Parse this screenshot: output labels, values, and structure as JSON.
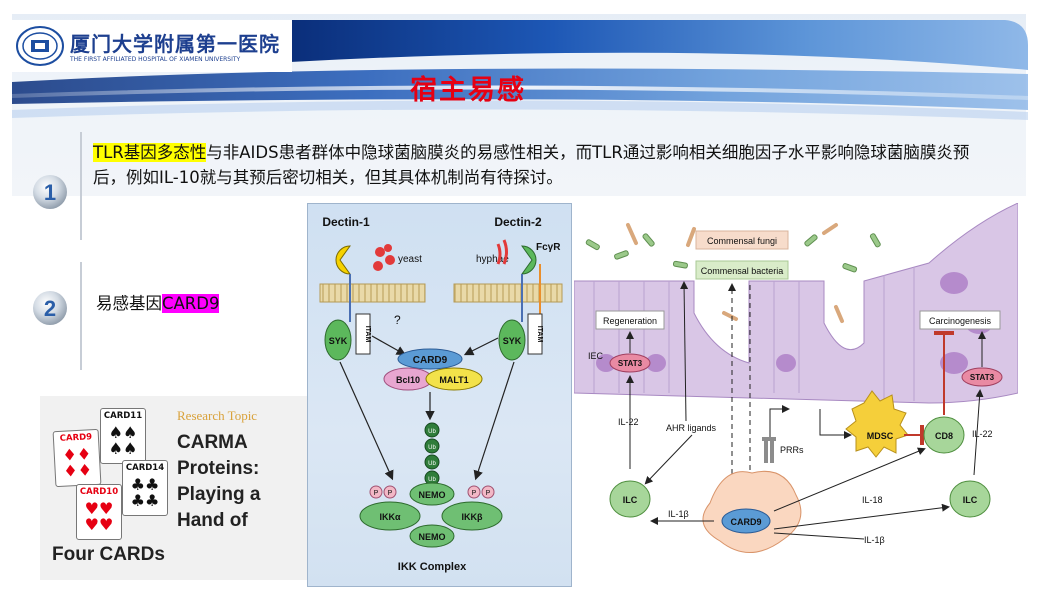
{
  "header": {
    "hospital_name_cn": "厦门大学附属第一医院",
    "hospital_name_en": "THE FIRST AFFILIATED HOSPITAL OF XIAMEN UNIVERSITY"
  },
  "title": "宿主易感",
  "points": [
    {
      "number": "1",
      "highlight": "TLR基因多态性",
      "text": "与非AIDS患者群体中隐球菌脑膜炎的易感性相关，而TLR通过影响相关细胞因子水平影响隐球菌脑膜炎预后，例如IL-10就与其预后密切相关，但其具体机制尚有待探讨。"
    },
    {
      "number": "2",
      "text": "易感基因",
      "highlight": "CARD9"
    }
  ],
  "carma": {
    "topic_label": "Research Topic",
    "title_lines": [
      "CARMA",
      "Proteins:",
      "Playing a",
      "Hand of"
    ],
    "subtitle": "Four CARDs",
    "cards": [
      {
        "label": "CARD9",
        "suit": "♦",
        "color": "#e60012"
      },
      {
        "label": "CARD11",
        "suit": "♠",
        "color": "#111111"
      },
      {
        "label": "CARD14",
        "suit": "♣",
        "color": "#111111"
      },
      {
        "label": "CARD10",
        "suit": "♥",
        "color": "#e60012"
      }
    ]
  },
  "left_figure": {
    "dectin1": "Dectin-1",
    "dectin2": "Dectin-2",
    "yeast": "yeast",
    "hyphae": "hyphae",
    "fcgr": "FcγR",
    "question": "?",
    "syk": "SYK",
    "itam": "ITAM",
    "card9": "CARD9",
    "bcl10": "Bcl10",
    "malt1": "MALT1",
    "ub": "Ub",
    "p": "P",
    "nemo": "NEMO",
    "ikka": "IKKα",
    "ikkb": "IKKβ",
    "complex": "IKK Complex"
  },
  "right_figure": {
    "commensal_fungi": "Commensal fungi",
    "commensal_bacteria": "Commensal bacteria",
    "regeneration": "Regeneration",
    "carcinogenesis": "Carcinogenesis",
    "iec": "IEC",
    "stat3": "STAT3",
    "il22": "IL-22",
    "ahr": "AHR ligands",
    "prrs": "PRRs",
    "mdsc": "MDSC",
    "cd8": "CD8",
    "ilc": "ILC",
    "card9": "CARD9",
    "il18": "IL-18",
    "il1b": "IL-1β"
  }
}
